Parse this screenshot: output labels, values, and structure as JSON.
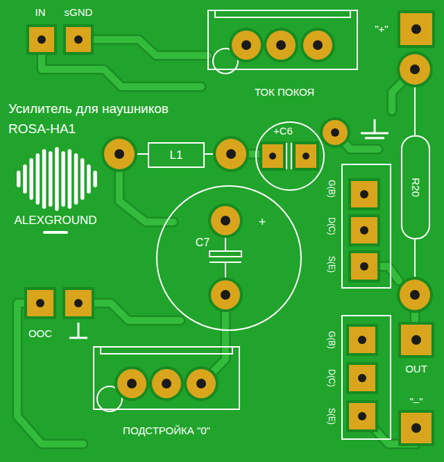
{
  "diagram": {
    "title": "Усилитель для наушников",
    "nodes": [
      {
        "text": [
          "L1"
        ]
      },
      {
        "text": [
          "+C6"
        ]
      },
      {
        "text": [
          "R20"
        ]
      },
      {
        "text": [
          "C7",
          "+"
        ]
      }
    ],
    "labels": [
      "IN",
      "sGND",
      "ТОК ПОКОЯ",
      "\"+\"",
      "ROSA-HA1",
      "ALEXGROUND",
      "G(B)",
      "D(C)",
      "S(E)",
      "ООС",
      "G(B)",
      "D(C)",
      "S(E)",
      "OUT",
      "\"–\"",
      "ПОДСТРОЙКА \"0\""
    ]
  }
}
